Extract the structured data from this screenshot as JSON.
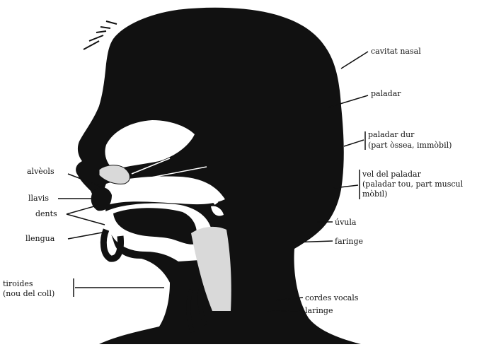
{
  "diagram": {
    "colors": {
      "ink": "#111111",
      "paper": "#ffffff",
      "tissue": "#d9d9d9"
    },
    "labels": {
      "cavitat_nasal": "cavitat nasal",
      "paladar": "paladar",
      "paladar_dur_1": "paladar dur",
      "paladar_dur_2": "(part òssea, immòbil)",
      "vel_1": "vel del paladar",
      "vel_2": "(paladar tou, part muscul",
      "vel_3": "mòbil)",
      "uvula": "úvula",
      "faringe": "faringe",
      "cordes_vocals": "cordes vocals",
      "laringe": "laringe",
      "alveols": "alvèols",
      "llavis": "llavis",
      "dents": "dents",
      "llengua": "llengua",
      "tiroides_1": "tiroides",
      "tiroides_2": "(nou del coll)"
    }
  }
}
